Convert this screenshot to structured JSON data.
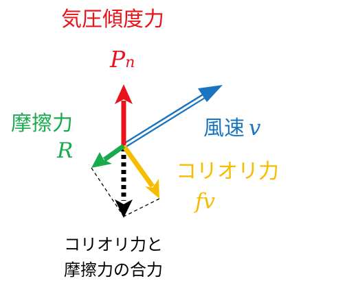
{
  "labels": {
    "pressure_gradient": "気圧傾度力",
    "pressure_symbol": "P",
    "pressure_subscript": "n",
    "friction": "摩擦力",
    "friction_symbol": "R",
    "wind_speed": "風速",
    "wind_symbol": "v",
    "coriolis": "コリオリ力",
    "coriolis_symbol": "fv",
    "resultant_line1": "コリオリ力と",
    "resultant_line2": "摩擦力の合力"
  },
  "colors": {
    "pressure": "#e8131b",
    "friction": "#1aaa4e",
    "wind": "#1a74bf",
    "coriolis": "#f5bc00",
    "resultant": "#000000",
    "construction": "#000000"
  }
}
